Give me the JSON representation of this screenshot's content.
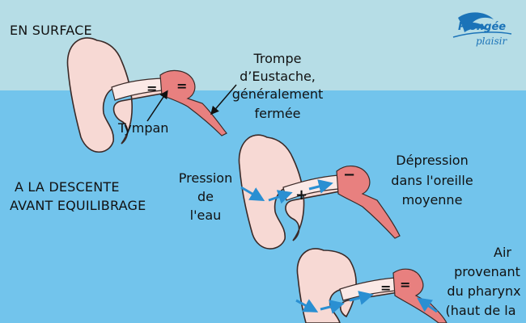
{
  "colors": {
    "air": "#b6dde6",
    "water": "#72c4ec",
    "skin": "#f7d9d4",
    "outline": "#3a2a28",
    "middle_ear": "#e8807f",
    "arrow": "#2a8fd2",
    "logo": "#1b73b8"
  },
  "logo": {
    "line1": "Plongée",
    "line2": "plaisir",
    "icon": "dolphin-icon"
  },
  "sections": {
    "surface": {
      "caption": "EN SURFACE"
    },
    "descent": {
      "caption_line1": "A LA DESCENTE",
      "caption_line2": "AVANT EQUILIBRAGE"
    }
  },
  "labels": {
    "tympan": "Tympan",
    "trompe_line1": "Trompe",
    "trompe_line2": "d’Eustache,",
    "trompe_line3": "généralement",
    "trompe_line4": "fermée",
    "pression_line1": "Pression",
    "pression_line2": "de",
    "pression_line3": "l'eau",
    "depression_line1": "Dépression",
    "depression_line2": "dans l'oreille",
    "depression_line3": "moyenne",
    "air_line1": "Air",
    "air_line2": "provenant",
    "air_line3": "du pharynx",
    "air_line4": "(haut de la"
  },
  "symbols": {
    "equal": "=",
    "plus": "+",
    "minus": "−"
  }
}
